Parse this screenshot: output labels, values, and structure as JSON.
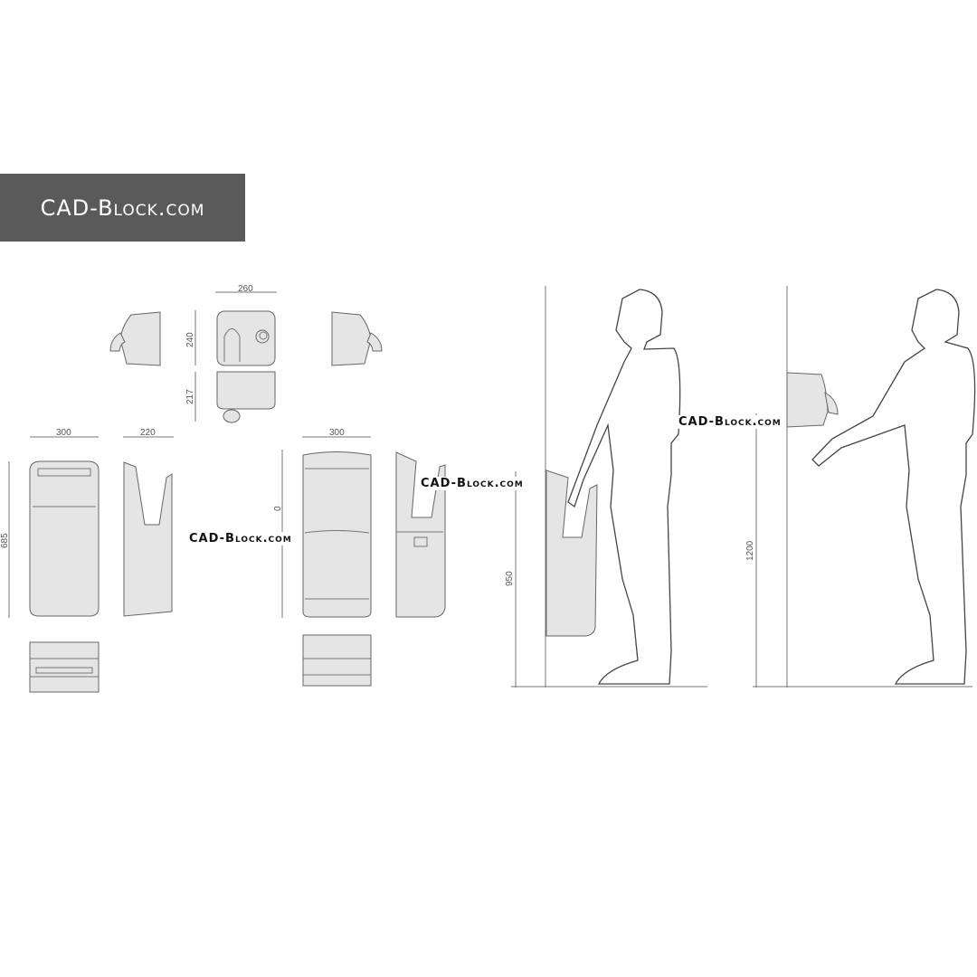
{
  "watermark": {
    "banner": "CAD-Block.com",
    "inline": "CAD-Block.com"
  },
  "dimensions": {
    "top_width": "260",
    "top_height": "240",
    "bottom_height": "217",
    "front_width": "300",
    "side_width": "220",
    "front_height": "685",
    "tall_width": "300",
    "tall_height_partial": "0",
    "hand_height_standing": "950",
    "hand_height_wall": "1200"
  },
  "colors": {
    "banner": "#5a5a5a",
    "fill": "#e5e5e5",
    "stroke": "#666666"
  }
}
